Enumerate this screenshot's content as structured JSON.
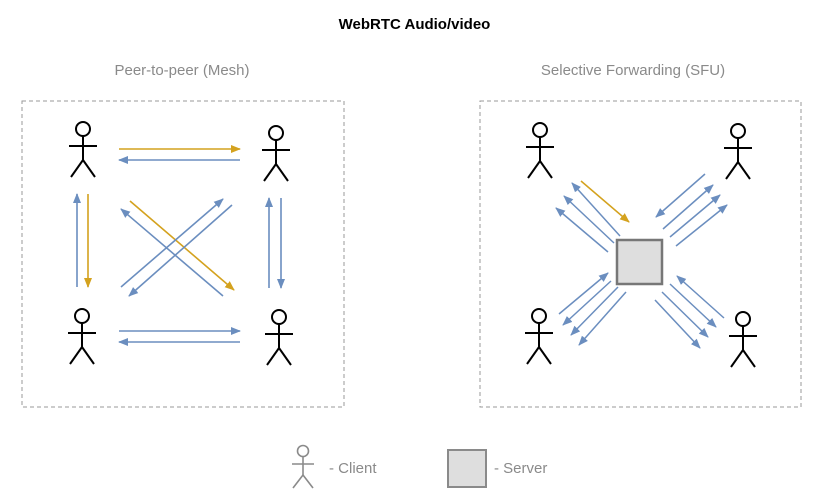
{
  "title": "WebRTC Audio/video",
  "mesh": {
    "label": "Peer-to-peer (Mesh)"
  },
  "sfu": {
    "label": "Selective Forwarding (SFU)"
  },
  "legend": {
    "client_label": "- Client",
    "server_label": "- Server"
  },
  "colors": {
    "blue_arrow": "#6b8ebf",
    "gold_arrow": "#d4a21e",
    "frame_border": "#9a9a9a",
    "server_fill": "#dedede",
    "server_border": "#777777"
  }
}
